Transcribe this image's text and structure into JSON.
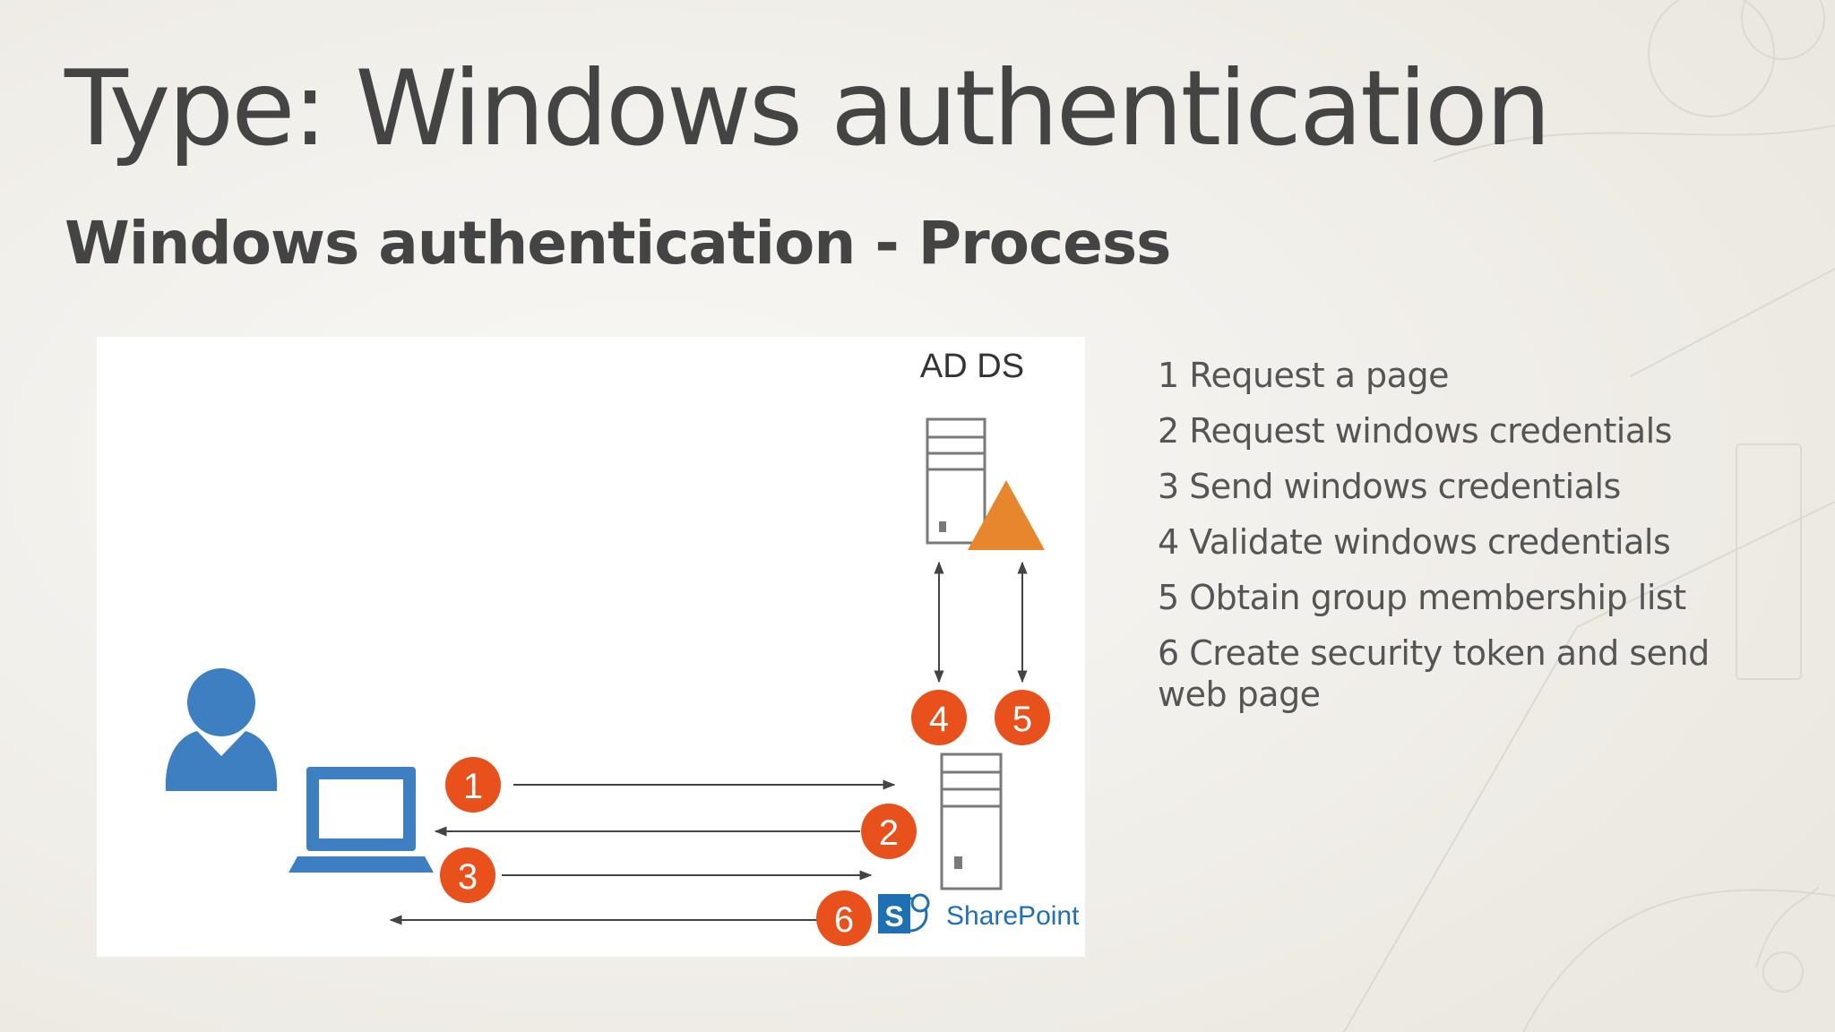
{
  "slide": {
    "title": "Type: Windows authentication",
    "subtitle": "Windows authentication - Process"
  },
  "diagram": {
    "server_label": "AD DS",
    "brand_label": "SharePoint",
    "brand_letter": "S",
    "badges": [
      "1",
      "2",
      "3",
      "4",
      "5",
      "6"
    ],
    "icons": [
      "user-icon",
      "laptop-icon",
      "ad-server-icon",
      "warning-triangle-icon",
      "web-server-icon",
      "sharepoint-logo-icon"
    ]
  },
  "steps": [
    "1 Request a page",
    "2 Request windows credentials",
    "3 Send windows credentials",
    "4 Validate windows credentials",
    "5 Obtain group membership list",
    "6 Create security token and send web page"
  ],
  "colors": {
    "background": "#f1efea",
    "accent_orange": "#e8501c",
    "triangle_orange": "#e8862e",
    "icon_blue": "#3e7fc1",
    "text": "#444444"
  }
}
